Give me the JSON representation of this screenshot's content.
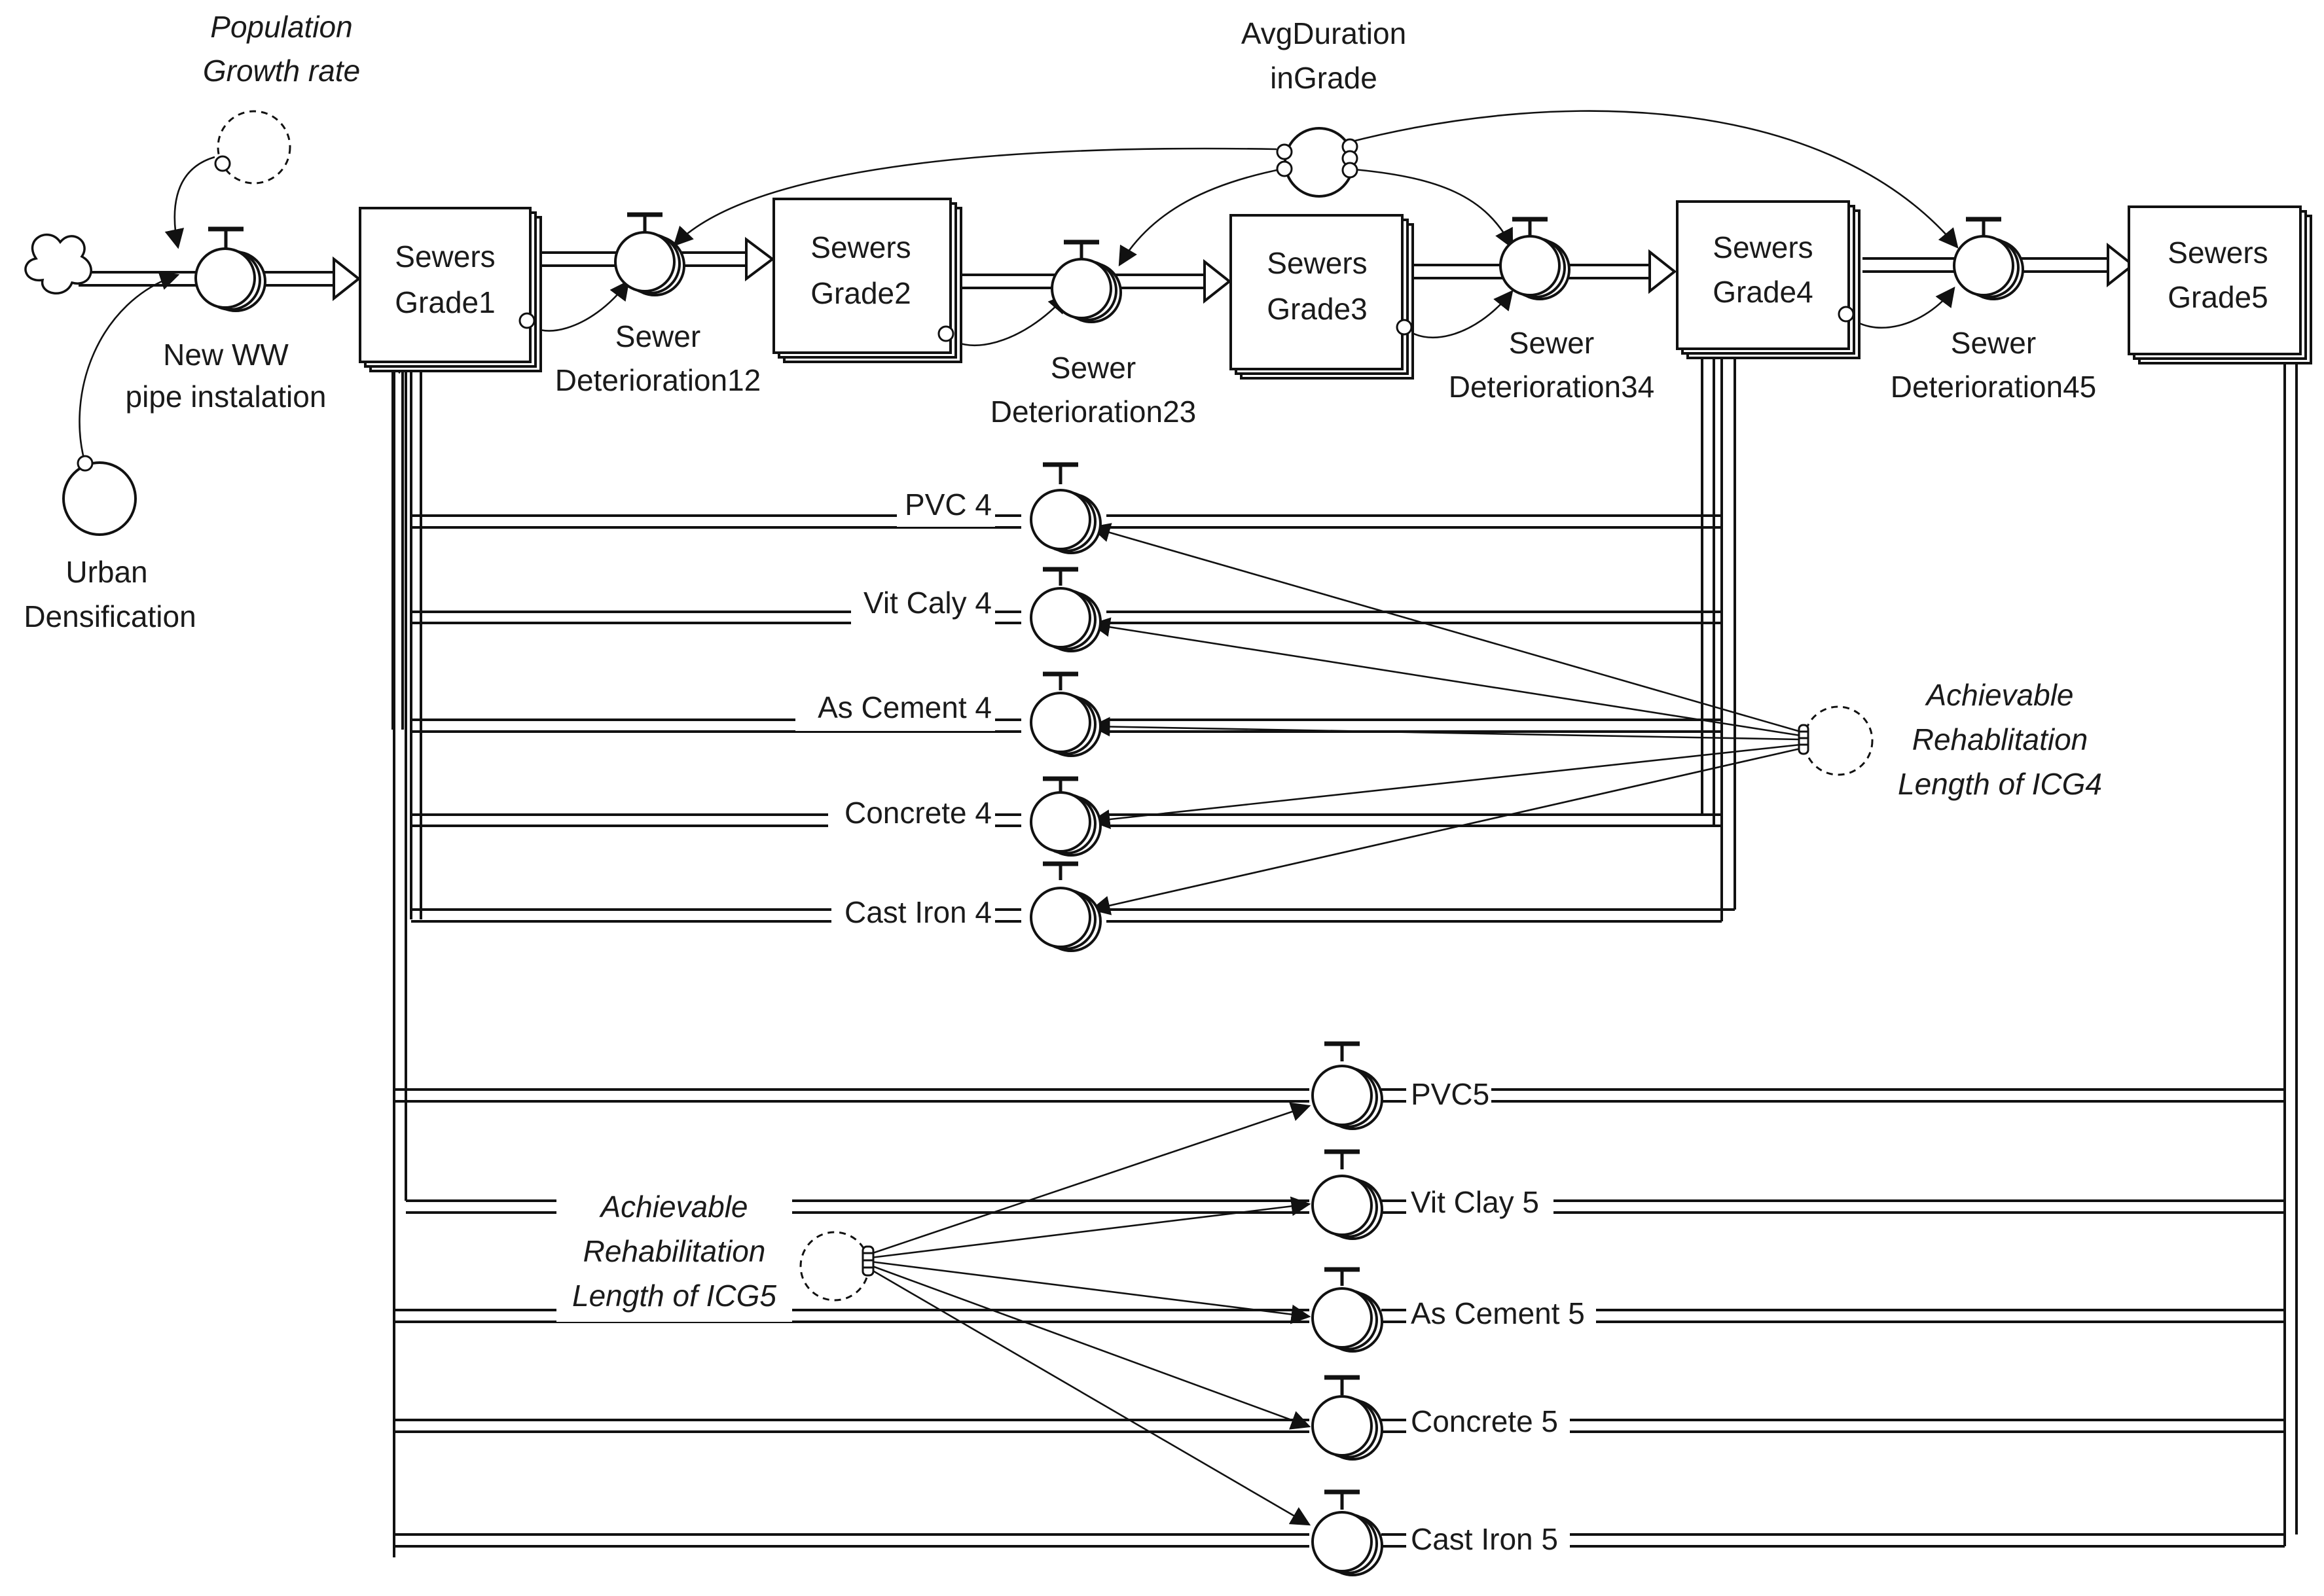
{
  "stocks": {
    "grade1": [
      "Sewers",
      "Grade1"
    ],
    "grade2": [
      "Sewers",
      "Grade2"
    ],
    "grade3": [
      "Sewers",
      "Grade3"
    ],
    "grade4": [
      "Sewers",
      "Grade4"
    ],
    "grade5": [
      "Sewers",
      "Grade5"
    ]
  },
  "flows": {
    "new_pipe": [
      "New WW",
      "pipe instalation"
    ],
    "det12": [
      "Sewer",
      "Deterioration12"
    ],
    "det23": [
      "Sewer",
      "Deterioration23"
    ],
    "det34": [
      "Sewer",
      "Deterioration34"
    ],
    "det45": [
      "Sewer",
      "Deterioration45"
    ]
  },
  "converters": {
    "population": [
      "Population",
      "Growth rate"
    ],
    "urban": [
      "Urban",
      "Densification"
    ],
    "avg_duration": [
      "AvgDuration",
      "inGrade"
    ],
    "icg4": [
      "Achievable",
      "Rehablitation",
      "Length of ICG4"
    ],
    "icg5": [
      "Achievable",
      "Rehabilitation",
      "Length of ICG5"
    ]
  },
  "rehab4": [
    "PVC 4",
    "Vit Caly 4",
    "As Cement 4",
    "Concrete 4",
    "Cast Iron 4"
  ],
  "rehab5": [
    "PVC5",
    "Vit Clay 5",
    "As Cement 5",
    "Concrete 5",
    "Cast Iron 5"
  ]
}
